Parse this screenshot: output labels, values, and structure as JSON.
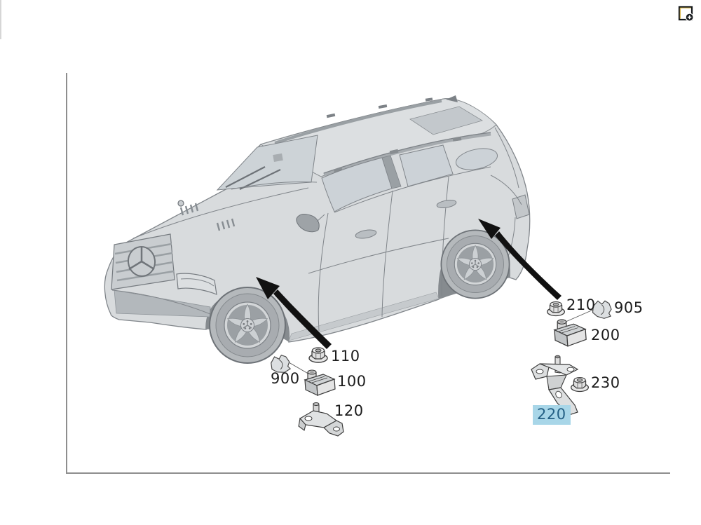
{
  "app": {
    "background": "#ffffff",
    "icons": {
      "top_right": "frame-plus-icon"
    }
  },
  "diagram": {
    "frame_color": "#8e8e8e",
    "label_color": "#1c1c1c",
    "highlight": {
      "bg": "#a8d6e8",
      "text": "#235f84"
    },
    "arrow_color": "#111111",
    "callouts": [
      {
        "label": "110",
        "part": "hex-flange-nut"
      },
      {
        "label": "900",
        "part": "retaining-clip"
      },
      {
        "label": "100",
        "part": "sensor"
      },
      {
        "label": "120",
        "part": "mounting-bracket"
      },
      {
        "label": "210",
        "part": "hex-flange-nut"
      },
      {
        "label": "905",
        "part": "retaining-clip"
      },
      {
        "label": "200",
        "part": "sensor"
      },
      {
        "label": "230",
        "part": "hex-flange-nut"
      },
      {
        "label": "220",
        "part": "mounting-bracket",
        "highlighted": true
      }
    ]
  }
}
